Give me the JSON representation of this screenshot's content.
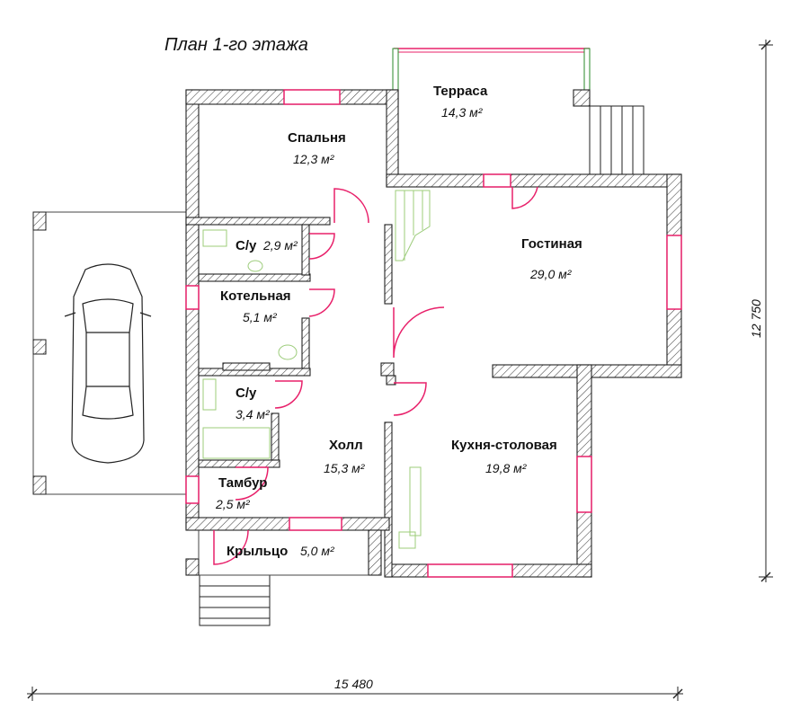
{
  "plan": {
    "title": "План 1-го этажа",
    "dimension_width": "15 480",
    "dimension_height": "12 750"
  },
  "rooms": {
    "terrace": {
      "name": "Терраса",
      "area": "14,3 м²"
    },
    "bedroom": {
      "name": "Спальня",
      "area": "12,3 м²"
    },
    "living": {
      "name": "Гостиная",
      "area": "29,0 м²"
    },
    "bath1": {
      "name": "С/у",
      "area": "2,9 м²"
    },
    "boiler": {
      "name": "Котельная",
      "area": "5,1 м²"
    },
    "bath2": {
      "name": "С/у",
      "area": "3,4 м²"
    },
    "hall": {
      "name": "Холл",
      "area": "15,3 м²"
    },
    "kitchen": {
      "name": "Кухня-столовая",
      "area": "19,8 м²"
    },
    "vestibule": {
      "name": "Тамбур",
      "area": "2,5 м²"
    },
    "porch": {
      "name": "Крыльцо",
      "area": "5,0 м²"
    }
  },
  "colors": {
    "wall": "#222222",
    "window": "#e8206a",
    "fixture": "#9ccc7a"
  },
  "icons": {
    "car": "car-icon",
    "stairs": "stairs-icon"
  }
}
